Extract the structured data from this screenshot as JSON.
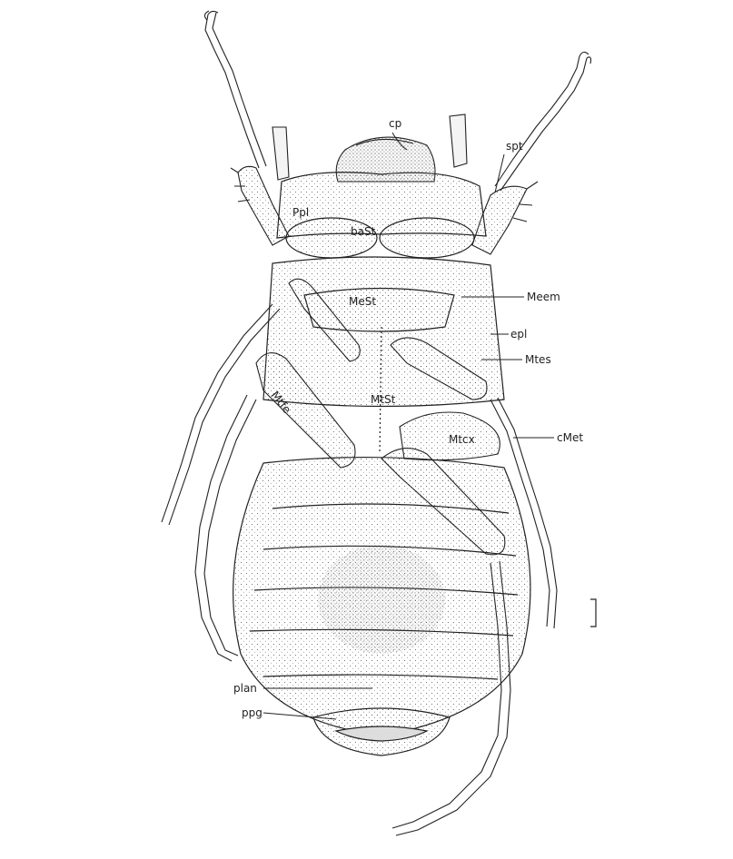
{
  "labels": {
    "cp": "cp",
    "spt": "spt",
    "ppl": "Ppl",
    "bast": "baSt",
    "mest": "MeSt",
    "meem": "Meem",
    "epl": "epl",
    "mtes": "Mtes",
    "mtfe": "Mtfe",
    "mtst": "MtSt",
    "mtcx": "Mtcx",
    "cmet": "cMet",
    "plan": "plan",
    "ppg": "ppg"
  }
}
